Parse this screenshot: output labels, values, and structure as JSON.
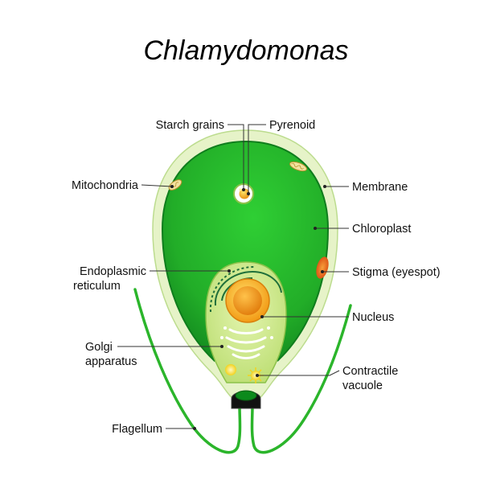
{
  "title": "Chlamydomonas",
  "labels": {
    "starch_grains": "Starch grains",
    "pyrenoid": "Pyrenoid",
    "mitochondria": "Mitochondria",
    "membrane": "Membrane",
    "chloroplast": "Chloroplast",
    "er_line1": "Endoplasmic",
    "er_line2": "reticulum",
    "stigma": "Stigma (eyespot)",
    "nucleus": "Nucleus",
    "golgi_line1": "Golgi",
    "golgi_line2": "apparatus",
    "vacuole_line1": "Contractile",
    "vacuole_line2": "vacuole",
    "flagellum": "Flagellum"
  },
  "colors": {
    "cell_wall": "#e6f3c8",
    "chloroplast": "#25b52a",
    "chloroplast_dark": "#0f7d1d",
    "cytoplasm": "#cde88c",
    "flagellum": "#2bb52b",
    "nucleus": "#f4a31a",
    "nucleolus": "#ffd84a",
    "stigma": "#e8621a"
  }
}
